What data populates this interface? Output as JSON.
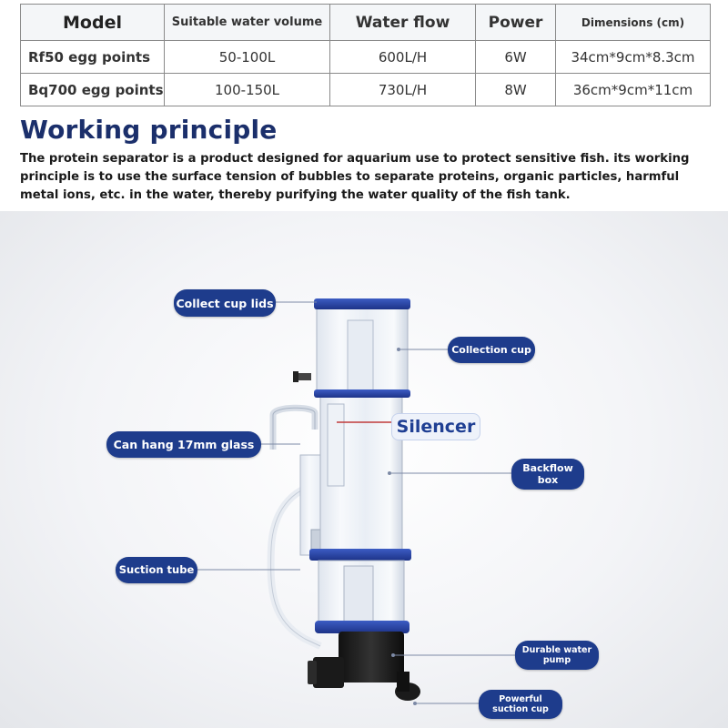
{
  "spec_table": {
    "headers": {
      "model": "Model",
      "volume": "Suitable water volume",
      "flow": "Water flow",
      "power": "Power",
      "dimensions": "Dimensions (cm)"
    },
    "rows": [
      {
        "model": "Rf50 egg points",
        "volume": "50-100L",
        "flow": "600L/H",
        "power": "6W",
        "dimensions": "34cm*9cm*8.3cm"
      },
      {
        "model": "Bq700 egg points",
        "volume": "100-150L",
        "flow": "730L/H",
        "power": "8W",
        "dimensions": "36cm*9cm*11cm"
      }
    ]
  },
  "section": {
    "title": "Working principle",
    "description": "The protein separator is a product designed for aquarium use to protect sensitive fish. its working principle is to use the surface tension of bubbles to separate proteins, organic particles, harmful metal ions, etc. in the water, thereby purifying the water quality of the fish tank."
  },
  "labels": {
    "collect_cup_lids": "Collect cup lids",
    "collection_cup": "Collection cup",
    "silencer": "Silencer",
    "can_hang": "Can hang 17mm glass",
    "backflow_box_1": "Backflow",
    "backflow_box_2": "box",
    "suction_tube": "Suction tube",
    "pump_1": "Durable water",
    "pump_2": "pump",
    "suction_cup_1": "Powerful",
    "suction_cup_2": "suction cup"
  },
  "colors": {
    "label_bg": "#1e3c8c",
    "title": "#1b2f6b",
    "ring_blue": "#2a47a8"
  }
}
